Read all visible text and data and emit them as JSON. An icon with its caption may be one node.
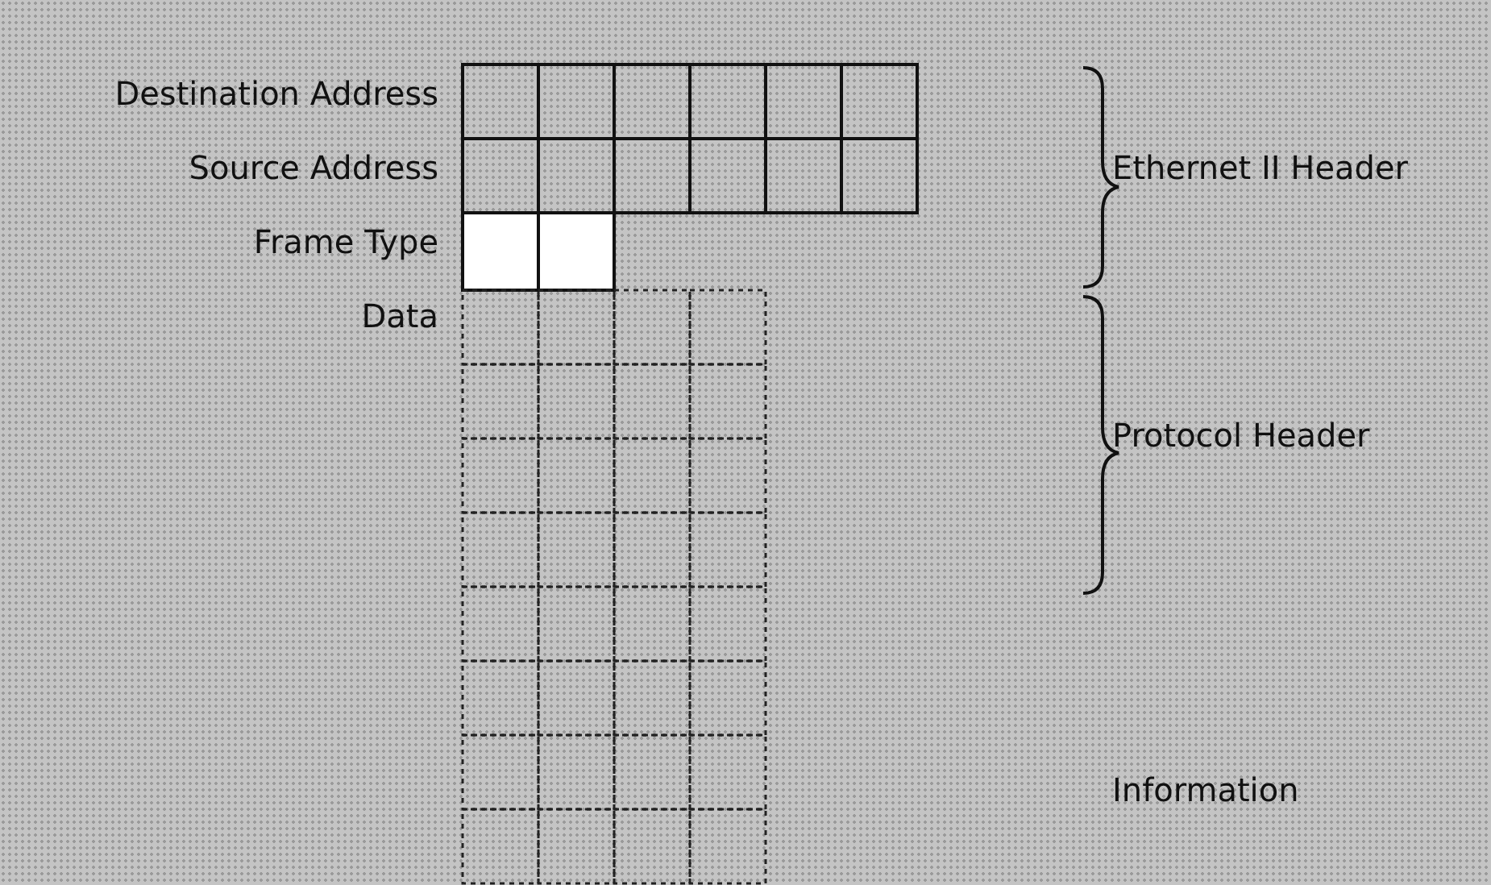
{
  "diagram": {
    "labels": [
      "Destination Address",
      "Source Address",
      "Frame Type",
      "Data",
      "Ethernet II Header",
      "Protocol Header",
      "Information"
    ]
  }
}
